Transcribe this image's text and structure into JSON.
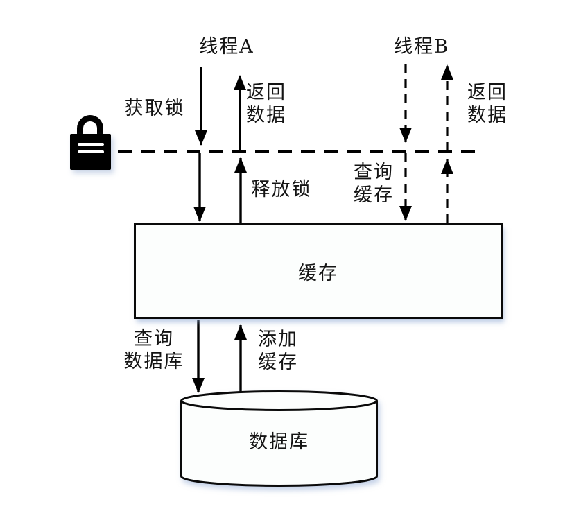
{
  "diagram": {
    "thread_a_label": "线程A",
    "thread_b_label": "线程B",
    "edge_labels": {
      "acquire_lock": "获取锁",
      "release_lock": "释放锁",
      "return_data_a": [
        "返回",
        "数据"
      ],
      "query_cache": [
        "查询",
        "缓存"
      ],
      "return_data_b": [
        "返回",
        "数据"
      ],
      "query_database": [
        "查询",
        "数据库"
      ],
      "add_cache": [
        "添加",
        "缓存"
      ]
    },
    "nodes": {
      "cache": "缓存",
      "database": "数据库"
    },
    "icons": {
      "lock": "lock-icon"
    },
    "colors": {
      "line": "#000000",
      "text": "#141414",
      "node_fill": "#fcfefd",
      "shadow": "#89a4d0"
    }
  }
}
